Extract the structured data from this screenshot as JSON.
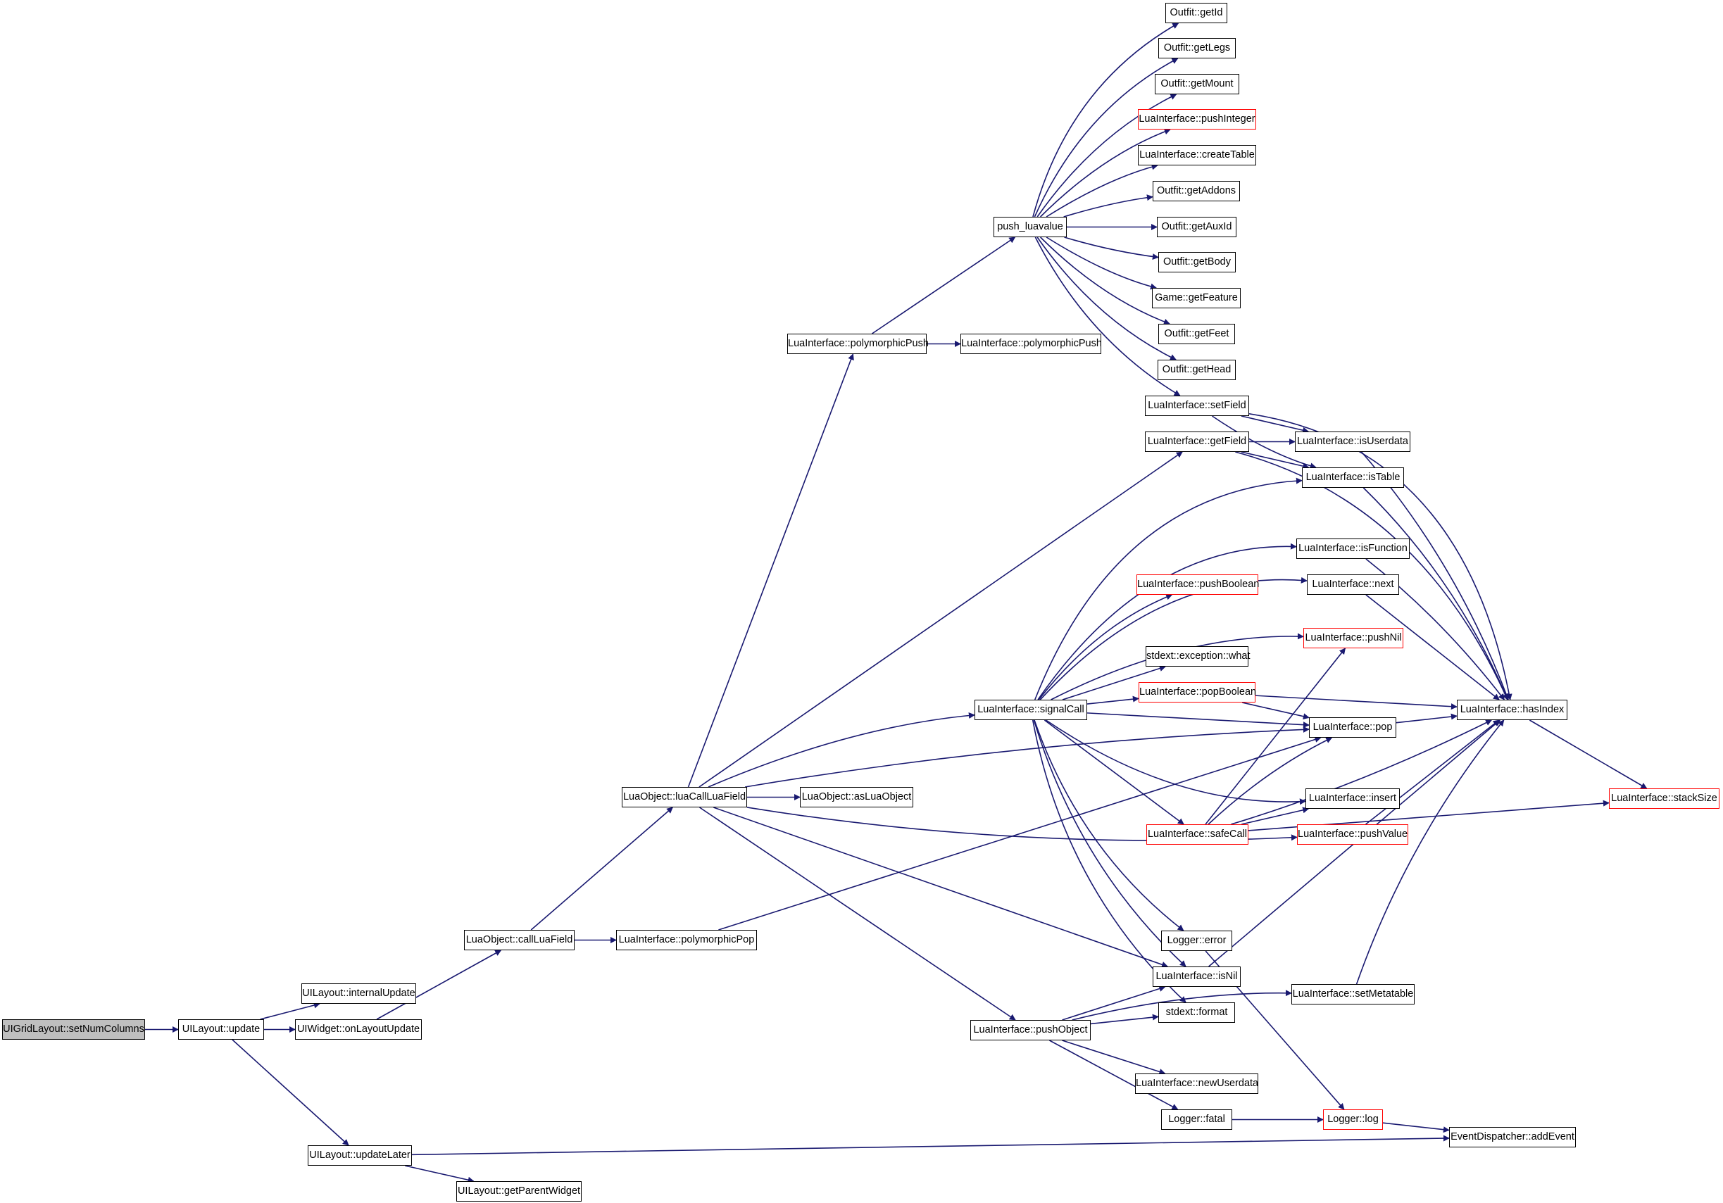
{
  "graph": {
    "colors": {
      "edge": "#191970",
      "node_border": "#000000",
      "incomplete_border": "#ff0000",
      "root_fill": "#bfbfbf"
    },
    "nodes": [
      {
        "id": "n0",
        "label": "UIGridLayout::setNumColumns",
        "root": true
      },
      {
        "id": "n1",
        "label": "UILayout::update"
      },
      {
        "id": "n2",
        "label": "UILayout::internalUpdate"
      },
      {
        "id": "n3",
        "label": "UIWidget::onLayoutUpdate"
      },
      {
        "id": "n4",
        "label": "UILayout::updateLater"
      },
      {
        "id": "n5",
        "label": "UILayout::getParentWidget"
      },
      {
        "id": "n6",
        "label": "LuaObject::callLuaField"
      },
      {
        "id": "n7",
        "label": "LuaInterface::polymorphicPop"
      },
      {
        "id": "n8",
        "label": "LuaObject::luaCallLuaField"
      },
      {
        "id": "n9",
        "label": "LuaObject::asLuaObject"
      },
      {
        "id": "n10",
        "label": "LuaInterface::polymorphicPush"
      },
      {
        "id": "n11",
        "label": "LuaInterface::polymorphicPush"
      },
      {
        "id": "n12",
        "label": "push_luavalue"
      },
      {
        "id": "n13",
        "label": "Outfit::getId"
      },
      {
        "id": "n14",
        "label": "Outfit::getLegs"
      },
      {
        "id": "n15",
        "label": "Outfit::getMount"
      },
      {
        "id": "n16",
        "label": "LuaInterface::pushInteger",
        "incomplete": true
      },
      {
        "id": "n17",
        "label": "LuaInterface::createTable"
      },
      {
        "id": "n18",
        "label": "Outfit::getAddons"
      },
      {
        "id": "n19",
        "label": "Outfit::getAuxId"
      },
      {
        "id": "n20",
        "label": "Outfit::getBody"
      },
      {
        "id": "n21",
        "label": "Game::getFeature"
      },
      {
        "id": "n22",
        "label": "Outfit::getFeet"
      },
      {
        "id": "n23",
        "label": "Outfit::getHead"
      },
      {
        "id": "n24",
        "label": "LuaInterface::setField"
      },
      {
        "id": "n25",
        "label": "LuaInterface::getField"
      },
      {
        "id": "n26",
        "label": "LuaInterface::isUserdata"
      },
      {
        "id": "n27",
        "label": "LuaInterface::isTable"
      },
      {
        "id": "n28",
        "label": "LuaInterface::isFunction"
      },
      {
        "id": "n29",
        "label": "LuaInterface::pushBoolean",
        "incomplete": true
      },
      {
        "id": "n30",
        "label": "LuaInterface::next"
      },
      {
        "id": "n31",
        "label": "LuaInterface::pushNil",
        "incomplete": true
      },
      {
        "id": "n32",
        "label": "stdext::exception::what"
      },
      {
        "id": "n33",
        "label": "LuaInterface::signalCall"
      },
      {
        "id": "n34",
        "label": "LuaInterface::popBoolean",
        "incomplete": true
      },
      {
        "id": "n35",
        "label": "LuaInterface::hasIndex"
      },
      {
        "id": "n36",
        "label": "LuaInterface::pop"
      },
      {
        "id": "n37",
        "label": "LuaInterface::insert"
      },
      {
        "id": "n38",
        "label": "LuaInterface::safeCall",
        "incomplete": true
      },
      {
        "id": "n39",
        "label": "LuaInterface::pushValue",
        "incomplete": true
      },
      {
        "id": "n40",
        "label": "LuaInterface::stackSize",
        "incomplete": true
      },
      {
        "id": "n41",
        "label": "Logger::error"
      },
      {
        "id": "n42",
        "label": "LuaInterface::isNil"
      },
      {
        "id": "n43",
        "label": "stdext::format"
      },
      {
        "id": "n44",
        "label": "LuaInterface::pushObject"
      },
      {
        "id": "n45",
        "label": "LuaInterface::setMetatable"
      },
      {
        "id": "n46",
        "label": "LuaInterface::newUserdata"
      },
      {
        "id": "n47",
        "label": "Logger::fatal"
      },
      {
        "id": "n48",
        "label": "Logger::log",
        "incomplete": true
      },
      {
        "id": "n49",
        "label": "EventDispatcher::addEvent"
      }
    ]
  }
}
